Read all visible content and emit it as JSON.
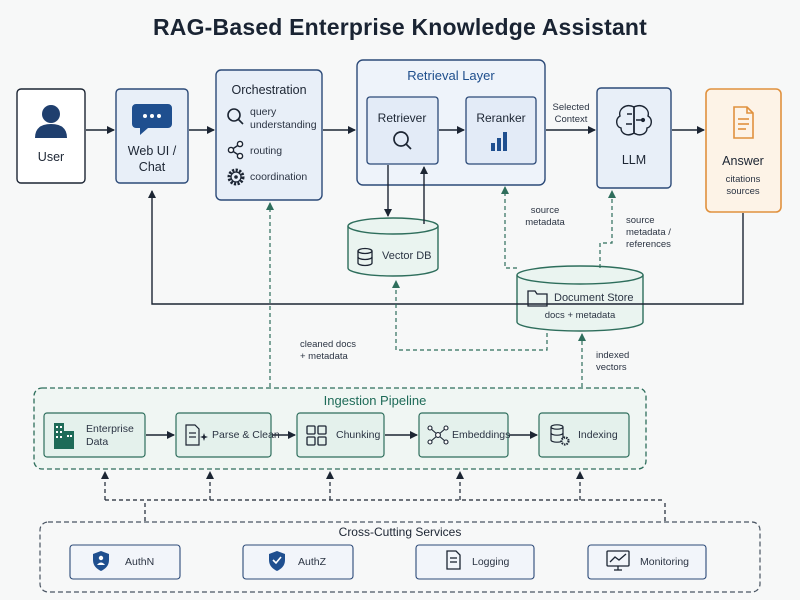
{
  "title": "RAG-Based Enterprise Knowledge Assistant",
  "nodes": {
    "user": "User",
    "web_ui": [
      "Web UI /",
      "Chat"
    ],
    "orchestration": {
      "title": "Orchestration",
      "items": [
        [
          "query",
          "understanding"
        ],
        [
          "routing"
        ],
        [
          "coordination"
        ]
      ]
    },
    "retrieval_layer": "Retrieval Layer",
    "retriever": "Retriever",
    "reranker": "Reranker",
    "selected_context": [
      "Selected",
      "Context"
    ],
    "llm": "LLM",
    "answer": {
      "title": "Answer",
      "sub": [
        "citations",
        "sources"
      ]
    },
    "vector_db": "Vector DB",
    "document_store": {
      "title": "Document Store",
      "sub": "docs + metadata"
    },
    "notes": {
      "source_metadata": [
        "source",
        "metadata"
      ],
      "source_references": [
        "source",
        "metadata /",
        "references"
      ],
      "cleaned_docs": [
        "cleaned docs",
        "+ metadata"
      ],
      "indexed_vectors": [
        "indexed",
        "vectors"
      ]
    },
    "ingestion": {
      "title": "Ingestion Pipeline",
      "steps": [
        [
          "Enterprise",
          "Data"
        ],
        [
          "Parse & Clean"
        ],
        [
          "Chunking"
        ],
        [
          "Embeddings"
        ],
        [
          "Indexing"
        ]
      ]
    },
    "services": {
      "title": "Cross-Cutting Services",
      "items": [
        "AuthN",
        "AuthZ",
        "Logging",
        "Monitoring"
      ]
    }
  },
  "icons": {
    "user": "user-icon",
    "chat": "chat-bubble-icon",
    "search": "search-icon",
    "routing": "share-nodes-icon",
    "coordination": "gear-icon",
    "rerank": "bar-chart-icon",
    "llm": "brain-circuit-icon",
    "answer": "document-icon",
    "database": "database-icon",
    "folder": "folder-icon",
    "building": "building-icon",
    "parse": "document-sparkle-icon",
    "chunking": "grid-icon",
    "embeddings": "network-icon",
    "indexing": "database-gear-icon",
    "authn": "shield-user-icon",
    "authz": "shield-check-icon",
    "logging": "log-document-icon",
    "monitoring": "monitor-chart-icon"
  },
  "colors": {
    "blue_fill": "#e8eff8",
    "blue_stroke": "#2c4a78",
    "green_fill": "#eaf4f0",
    "green_stroke": "#2e6e5c",
    "orange_fill": "#fdf3e7",
    "orange_stroke": "#e0913e",
    "dark": "#1c2533"
  }
}
